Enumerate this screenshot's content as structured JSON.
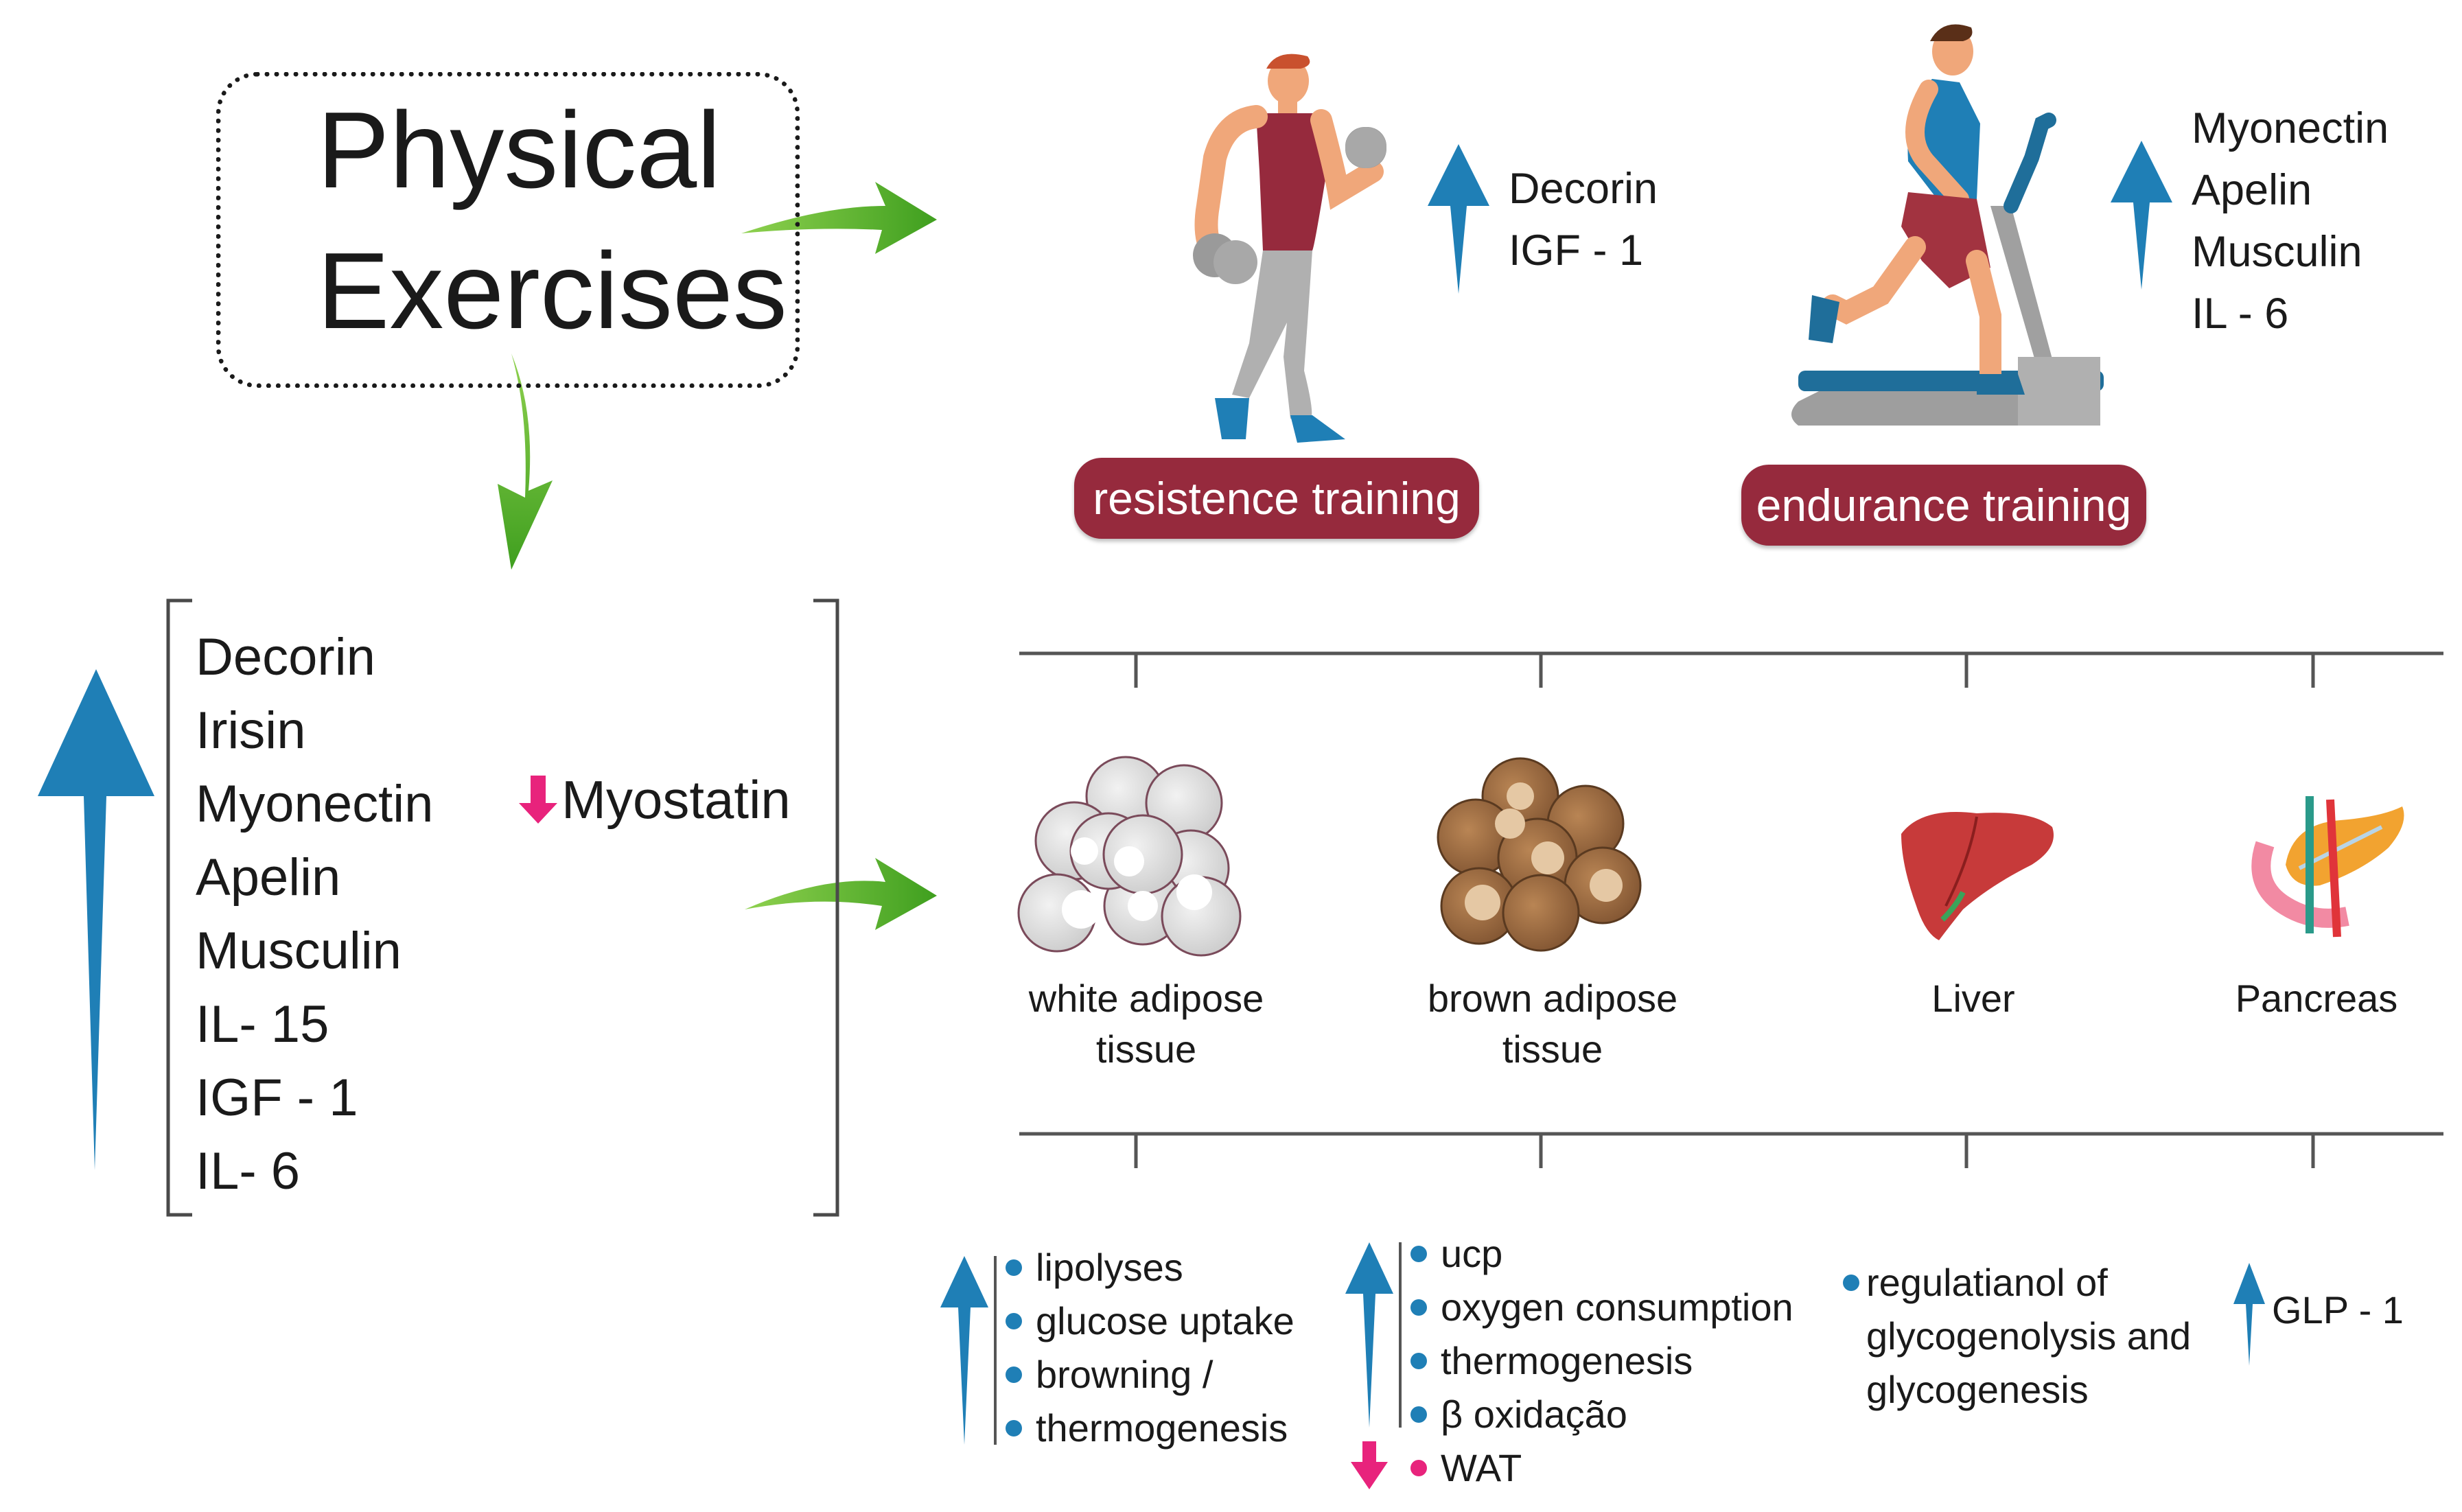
{
  "title": {
    "line1": "Physical",
    "line2": "Exercises"
  },
  "training": {
    "resistance": {
      "label": "resistence training",
      "increased": [
        "Decorin",
        "IGF - 1"
      ]
    },
    "endurance": {
      "label": "endurance training",
      "increased": [
        "Myonectin",
        "Apelin",
        "Musculin",
        "IL - 6"
      ]
    }
  },
  "myokines_increased": [
    "Decorin",
    "Irisin",
    "Myonectin",
    "Apelin",
    "Musculin",
    "IL- 15",
    "IGF - 1",
    "IL- 6"
  ],
  "myokine_decreased": "Myostatin",
  "organs": [
    {
      "line1": "white adipose",
      "line2": "tissue"
    },
    {
      "line1": "brown adipose",
      "line2": "tissue"
    },
    {
      "line1": "Liver",
      "line2": ""
    },
    {
      "line1": "Pancreas",
      "line2": ""
    }
  ],
  "effects": {
    "white_adipose": [
      "lipolyses",
      "glucose uptake",
      "browning /",
      "thermogenesis"
    ],
    "brown_adipose": [
      "ucp",
      "oxygen consumption",
      "thermogenesis",
      "β oxidação"
    ],
    "brown_adipose_decreased": "WAT",
    "liver": [
      "regulatianol of",
      "glycogenolysis and",
      "glycogenesis"
    ],
    "pancreas": "GLP - 1"
  },
  "colors": {
    "up_arrow": "#1f7fb6",
    "down_arrow": "#e8237c",
    "flow_arrow": "#5cb82e",
    "pill": "#962a3d"
  }
}
